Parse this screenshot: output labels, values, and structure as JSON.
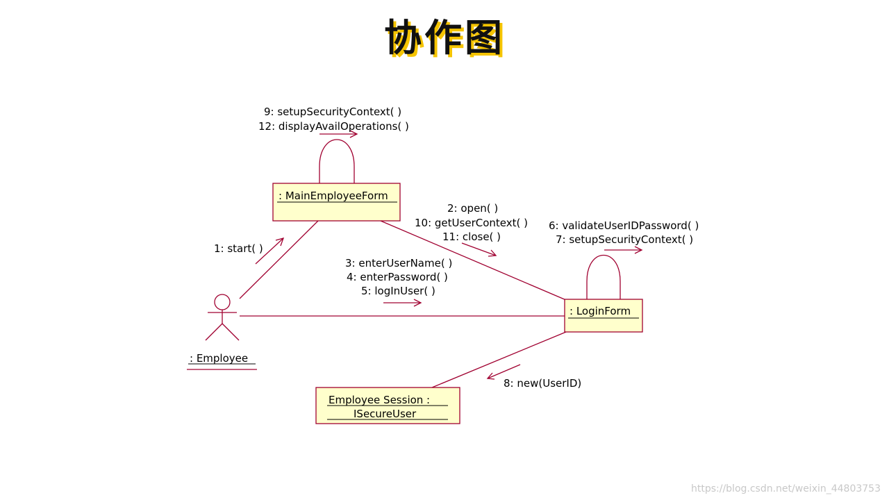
{
  "title": "协作图",
  "objects": {
    "main_form": ": MainEmployeeForm",
    "login_form": ": LoginForm",
    "session_line1": "Employee Session :",
    "session_line2": "ISecureUser",
    "actor": ": Employee"
  },
  "messages": {
    "self_main_1": "9: setupSecurityContext( )",
    "self_main_2": "12: displayAvailOperations( )",
    "start": "1: start( )",
    "main_login_1": "2: open( )",
    "main_login_2": "10: getUserContext( )",
    "main_login_3": "11: close( )",
    "actor_login_1": "3: enterUserName( )",
    "actor_login_2": "4: enterPassword( )",
    "actor_login_3": "5: logInUser( )",
    "self_login_1": "6: validateUserIDPassword( )",
    "self_login_2": "7: setupSecurityContext( )",
    "login_session": "8: new(UserID)"
  },
  "colors": {
    "line": "#a00030",
    "box_fill": "#ffffcc",
    "title_shadow": "#f5c400"
  },
  "watermark": "https://blog.csdn.net/weixin_44803753"
}
